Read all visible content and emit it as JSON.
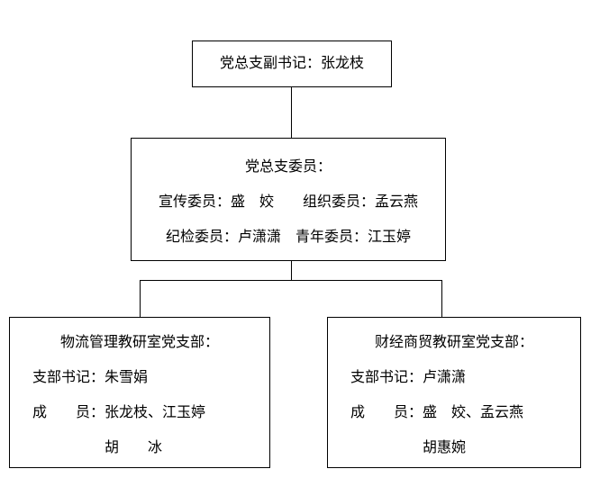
{
  "org_chart": {
    "deputy_secretary_box": {
      "text": "党总支副书记：张龙枝"
    },
    "committee_box": {
      "title": "党总支委员：",
      "row1": "宣传委员：盛　姣　　组织委员：孟云燕",
      "row2": "纪检委员：卢潇潇　青年委员：江玉婷"
    },
    "logistics_branch_box": {
      "title": "物流管理教研室党支部：",
      "secretary": "支部书记：朱雪娟",
      "members_line1": "成　　员：张龙枝、江玉婷",
      "members_line2": "胡　　冰"
    },
    "finance_branch_box": {
      "title": "财经商贸教研室党支部：",
      "secretary": "支部书记：卢潇潇",
      "members_line1": "成　　员：盛　姣、孟云燕",
      "members_line2": "胡惠婉"
    }
  }
}
